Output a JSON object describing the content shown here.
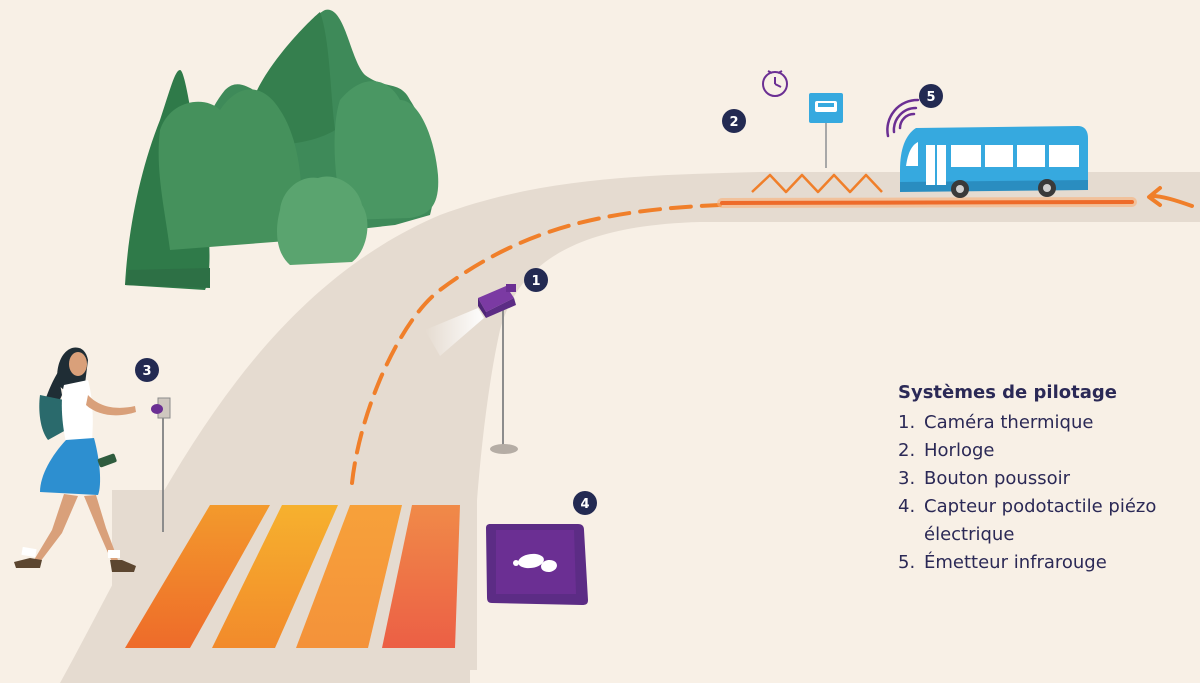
{
  "legend": {
    "title": "Systèmes de pilotage",
    "items": [
      {
        "number": "1.",
        "label": "Caméra thermique"
      },
      {
        "number": "2.",
        "label": "Horloge"
      },
      {
        "number": "3.",
        "label": "Bouton poussoir"
      },
      {
        "number": "4.",
        "label": "Capteur podotactile piézo électrique"
      },
      {
        "number": "5.",
        "label": "Émetteur infrarouge"
      }
    ]
  },
  "badges": [
    "1",
    "2",
    "3",
    "4",
    "5"
  ],
  "colors": {
    "background": "#f8f0e6",
    "road": "#e5dbd0",
    "forest": "#3e8a59",
    "badge": "#232a52",
    "accent_purple": "#6b2f93",
    "bus": "#36a9df",
    "route_orange": "#f07f2a",
    "text": "#2b2956"
  },
  "icons": [
    "thermal-camera-icon",
    "clock-icon",
    "bus-stop-sign-icon",
    "push-button-icon",
    "footprint-pad-icon",
    "infrared-wave-icon"
  ]
}
